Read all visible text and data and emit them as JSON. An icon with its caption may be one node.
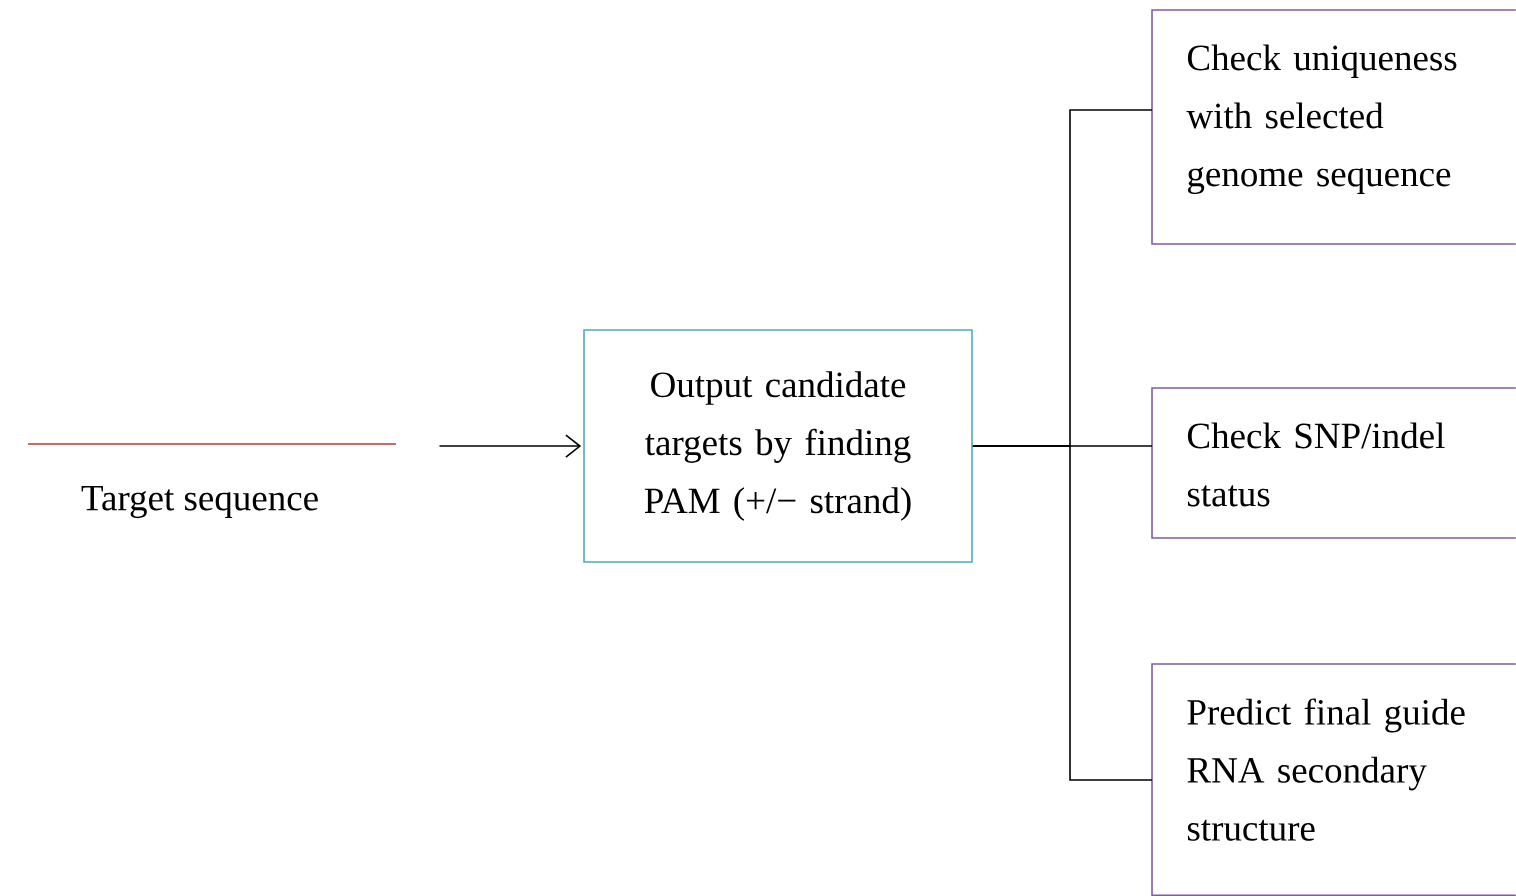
{
  "diagram": {
    "nodes": [
      {
        "text": [
          "Target sequence"
        ]
      },
      {
        "text": [
          "Output candidate targets by finding PAM (+/− strand)"
        ]
      },
      {
        "text": [
          "Check uniqueness with selected genome sequence"
        ]
      },
      {
        "text": [
          "Check SNP/indel status"
        ]
      },
      {
        "text": [
          "Predict final guide RNA secondary structure"
        ]
      }
    ],
    "edges": [
      {
        "from": 0,
        "to": 1,
        "arrow": "to"
      },
      {
        "from": 1,
        "to": 2,
        "arrow": "none"
      },
      {
        "from": 1,
        "to": 3,
        "arrow": "none"
      },
      {
        "from": 1,
        "to": 4,
        "arrow": "none"
      }
    ]
  }
}
